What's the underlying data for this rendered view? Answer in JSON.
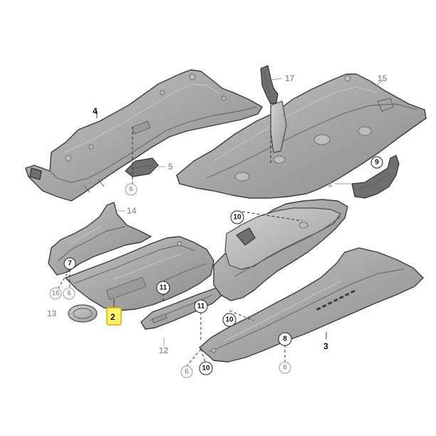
{
  "diagram": {
    "callouts": [
      {
        "id": "c4",
        "text": "4",
        "style": "plain"
      },
      {
        "id": "c17",
        "text": "17",
        "style": "plain-gray"
      },
      {
        "id": "c15",
        "text": "15",
        "style": "plain-gray"
      },
      {
        "id": "c9",
        "text": "9",
        "style": "circle"
      },
      {
        "id": "c5",
        "text": "5",
        "style": "plain-gray"
      },
      {
        "id": "c6a",
        "text": "6",
        "style": "circle-gray"
      },
      {
        "id": "c1",
        "text": "1",
        "style": "plain-gray"
      },
      {
        "id": "c10a",
        "text": "10",
        "style": "circle"
      },
      {
        "id": "c14",
        "text": "14",
        "style": "plain-gray"
      },
      {
        "id": "c7",
        "text": "7",
        "style": "circle"
      },
      {
        "id": "c16",
        "text": "16",
        "style": "circle-gray"
      },
      {
        "id": "c6b",
        "text": "6",
        "style": "circle-gray"
      },
      {
        "id": "c11a",
        "text": "11",
        "style": "circle"
      },
      {
        "id": "c13",
        "text": "13",
        "style": "plain-gray"
      },
      {
        "id": "c2",
        "text": "2",
        "style": "highlighted"
      },
      {
        "id": "c11b",
        "text": "11",
        "style": "circle"
      },
      {
        "id": "c10b",
        "text": "10",
        "style": "circle"
      },
      {
        "id": "c12",
        "text": "12",
        "style": "plain-gray"
      },
      {
        "id": "c8",
        "text": "8",
        "style": "circle"
      },
      {
        "id": "c3",
        "text": "3",
        "style": "plain"
      },
      {
        "id": "c6c",
        "text": "6",
        "style": "circle-gray"
      },
      {
        "id": "c10c",
        "text": "10",
        "style": "circle"
      },
      {
        "id": "c6d",
        "text": "6",
        "style": "circle-gray"
      }
    ],
    "colors": {
      "highlight_fill": "#fff36b",
      "highlight_stroke": "#d4b400",
      "part_fill": "#a9a9a9",
      "label_gray": "#9b9b9b"
    }
  }
}
